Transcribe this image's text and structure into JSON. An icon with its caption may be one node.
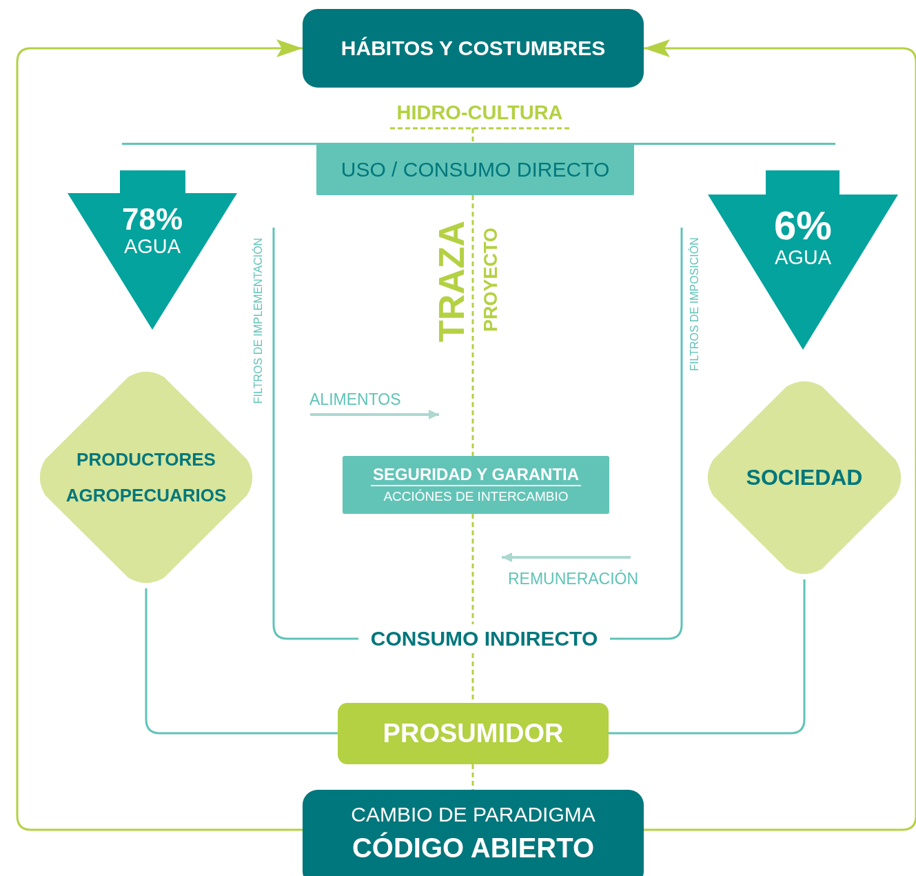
{
  "diagram": {
    "nodes": [
      {
        "text": [
          "HÁBITOS Y COSTUMBRES"
        ]
      },
      {
        "text": [
          "HIDRO-CULTURA"
        ]
      },
      {
        "text": [
          "USO / CONSUMO DIRECTO"
        ]
      },
      {
        "text": [
          "78%",
          "AGUA"
        ]
      },
      {
        "text": [
          "6%",
          "AGUA"
        ]
      },
      {
        "text": [
          "PRODUCTORES AGROPECUARIOS"
        ]
      },
      {
        "text": [
          "SOCIEDAD"
        ]
      },
      {
        "text": [
          "SEGURIDAD Y GARANTIA",
          "ACCIÓNES DE INTERCAMBIO"
        ]
      },
      {
        "text": [
          "CONSUMO INDIRECTO"
        ]
      },
      {
        "text": [
          "PROSUMIDOR"
        ]
      },
      {
        "text": [
          "CAMBIO DE PARADIGMA",
          "CÓDIGO ABIERTO"
        ]
      }
    ],
    "edges": [
      {
        "from": 10,
        "to": 0,
        "arrow": "to"
      },
      {
        "from": 10,
        "to": 0,
        "arrow": "to"
      },
      {
        "from": 5,
        "to": 9,
        "arrow": "none",
        "color": "#5fc3b7"
      },
      {
        "from": 6,
        "to": 9,
        "arrow": "none",
        "color": "#5fc3b7"
      },
      {
        "from": 8,
        "to": null,
        "arrow": "none",
        "color": "#5fc3b7"
      },
      {
        "from": 8,
        "to": null,
        "arrow": "none",
        "color": "#5fc3b7"
      },
      {
        "from": 1,
        "to": 2,
        "arrow": "none",
        "style": "dashed"
      },
      {
        "from": 2,
        "to": 7,
        "arrow": "none",
        "style": "dashed"
      },
      {
        "from": 7,
        "to": 8,
        "arrow": "none",
        "style": "dashed"
      },
      {
        "from": 8,
        "to": 9,
        "arrow": "none",
        "style": "dashed"
      },
      {
        "from": 9,
        "to": 10,
        "arrow": "none",
        "style": "dashed"
      }
    ],
    "labels": [
      "FILTROS DE IMPLEMENTACIÓN",
      "TRAZA",
      "PROYECTO",
      "FILTROS DE IMPOSICIÓN",
      "ALIMENTOS",
      "REMUNERACIÓN"
    ]
  }
}
